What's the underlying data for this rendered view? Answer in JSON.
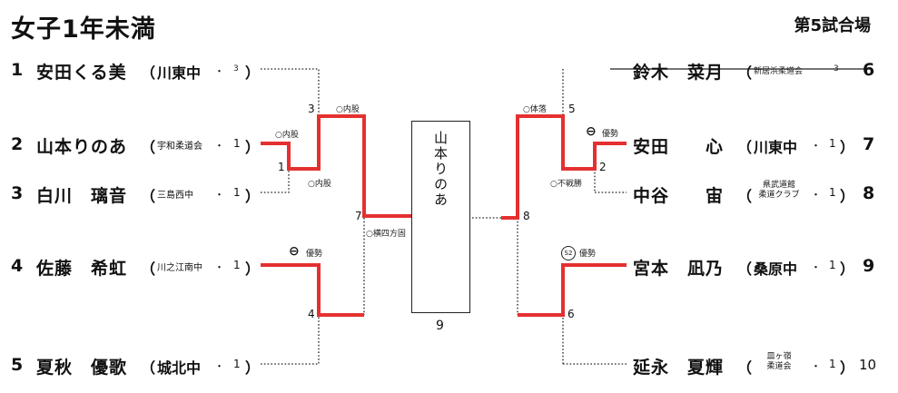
{
  "title": "女子1年未満",
  "venue": "第5試合場",
  "left_players": [
    {
      "num": "1",
      "name": "安田くる美",
      "team": "川東中",
      "count": "3"
    },
    {
      "num": "2",
      "name": "山本りのあ",
      "team": "宇和柔道会",
      "count": "1"
    },
    {
      "num": "3",
      "name": "白川　璃音",
      "team": "三島西中",
      "count": "1"
    },
    {
      "num": "4",
      "name": "佐藤　希虹",
      "team": "川之江南中",
      "count": "1"
    },
    {
      "num": "5",
      "name": "夏秋　優歌",
      "team": "城北中",
      "count": "1"
    }
  ],
  "right_players": [
    {
      "num": "6",
      "name": "鈴木　菜月",
      "team": "新居浜柔道会",
      "count": "3"
    },
    {
      "num": "7",
      "name": "安田　　心",
      "team": "川東中",
      "count": "1"
    },
    {
      "num": "8",
      "name": "中谷　　宙",
      "team_line1": "県武道館",
      "team_line2": "柔道クラブ",
      "count": "1"
    },
    {
      "num": "9",
      "name": "宮本　凪乃",
      "team": "桑原中",
      "count": "1"
    },
    {
      "num": "10",
      "name": "延永　夏輝",
      "team_line1": "皿ヶ嶺",
      "team_line2": "柔道会",
      "count": "1"
    }
  ],
  "paren_open": "（",
  "paren_close": "）",
  "separator": "・",
  "match_numbers": {
    "m1": "1",
    "m2": "2",
    "m3": "3",
    "m4": "4",
    "m5": "5",
    "m6": "6",
    "m7": "7",
    "m8": "8",
    "final": "9"
  },
  "results": {
    "m1_top": "○内股",
    "m1_bottom": "○内股",
    "m3": "○内股",
    "m4": "優勢",
    "m7": "○横四方固",
    "m5": "○体落",
    "m2_top": "優勢",
    "m2_bottom": "○不戦勝",
    "m6": "優勢"
  },
  "result_marks": {
    "m4": "⊖",
    "m2": "⊖",
    "m6": "S2"
  },
  "champion": "山本りのあ"
}
